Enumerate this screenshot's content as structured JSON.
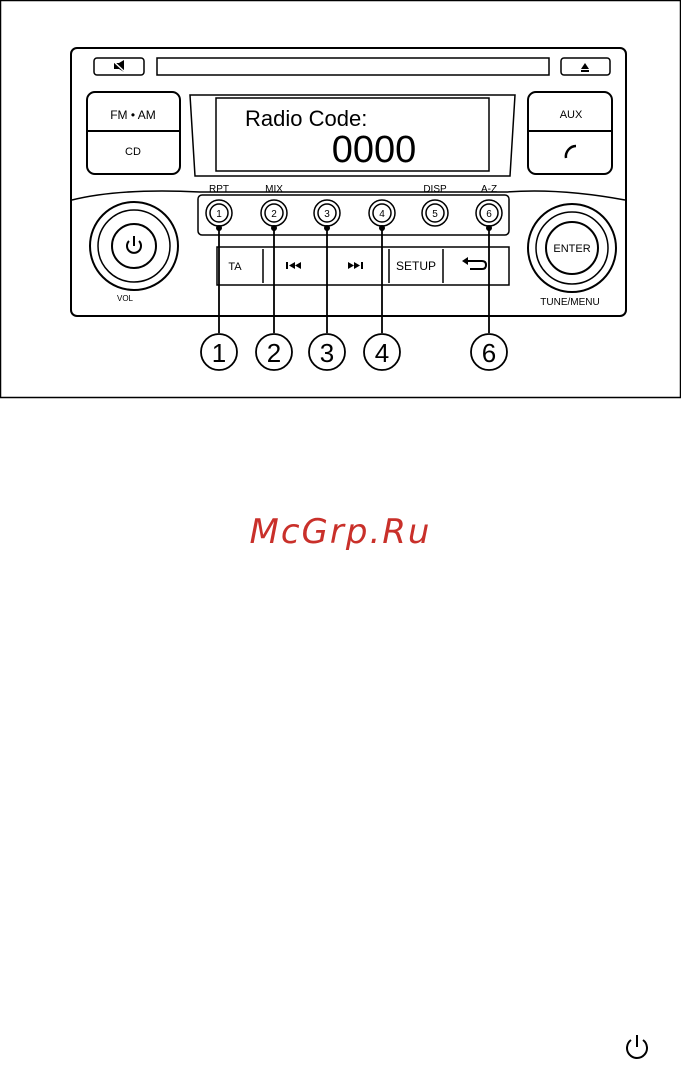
{
  "display": {
    "label": "Radio Code:",
    "code": "0000"
  },
  "left_buttons": {
    "top": "FM • AM",
    "bottom": "CD"
  },
  "right_buttons": {
    "top": "AUX"
  },
  "preset_labels": [
    "RPT",
    "MIX",
    "",
    "",
    "DISP",
    "A-Z"
  ],
  "preset_numbers": [
    "1",
    "2",
    "3",
    "4",
    "5",
    "6"
  ],
  "bottom_row": {
    "ta": "TA",
    "setup": "SETUP"
  },
  "knobs": {
    "vol_label": "VOL",
    "enter_label": "ENTER",
    "tune_label": "TUNE/MENU"
  },
  "callouts": [
    "1",
    "2",
    "3",
    "4",
    "6"
  ],
  "watermark": "McGrp.Ru",
  "icons": [
    "mute-icon",
    "eject-icon",
    "power-icon",
    "phone-icon",
    "seek-back-icon",
    "seek-forward-icon",
    "back-icon"
  ]
}
